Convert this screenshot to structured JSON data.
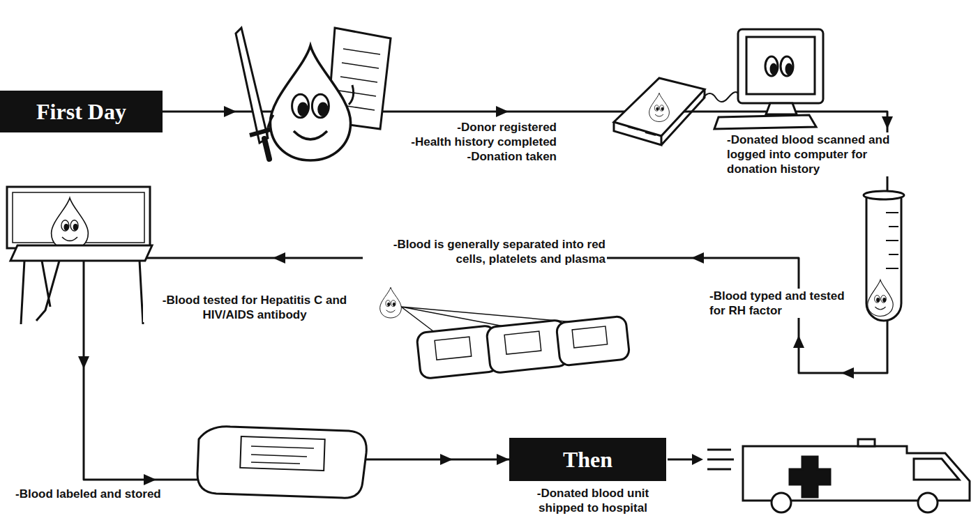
{
  "diagram": {
    "nodes": [
      {
        "text": [
          "First Day"
        ]
      },
      {
        "text": [
          "Then"
        ]
      }
    ],
    "edges": [
      {
        "from": 0,
        "to": 1,
        "arrow": "to"
      }
    ],
    "labels": [
      "-Donor registered",
      "-Health history completed",
      "-Donation taken",
      "-Donated blood scanned and logged into computer for donation history",
      "-Blood typed and tested for RH factor",
      "-Blood is generally separated into red cells, platelets and plasma",
      "-Blood tested for Hepatitis C and HIV/AIDS antibody",
      "-Blood labeled and stored",
      "-Donated blood unit shipped to hospital"
    ]
  }
}
